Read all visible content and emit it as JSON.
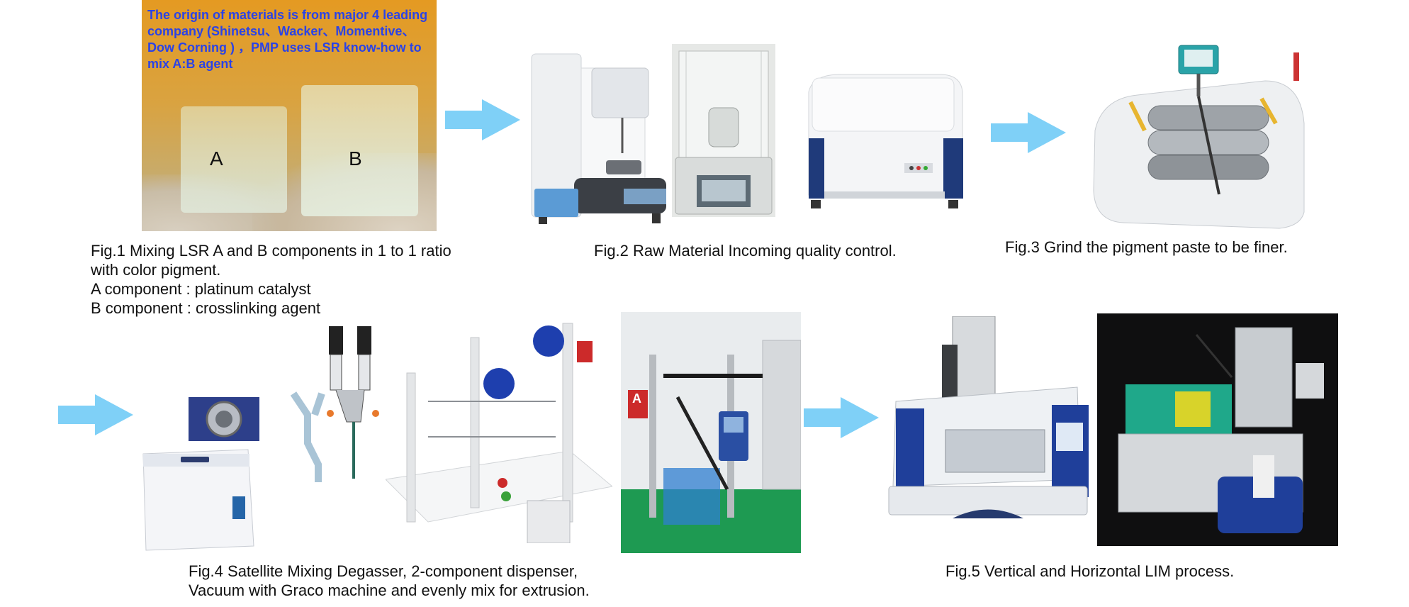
{
  "fig1": {
    "note": "The origin of materials is from major 4 leading company (Shinetsu、Wacker、Momentive、Dow Corning ) ，PMP uses LSR know-how to mix A:B agent",
    "label_a": "A",
    "label_b": "B",
    "caption_lines": [
      "Fig.1 Mixing LSR A and B components in 1 to 1 ratio",
      "with color pigment.",
      "A component : platinum catalyst",
      "B component : crosslinking agent"
    ]
  },
  "fig2": {
    "caption": "Fig.2 Raw Material Incoming quality control."
  },
  "fig3": {
    "caption": "Fig.3 Grind the pigment paste to be finer."
  },
  "fig4": {
    "caption_lines": [
      "Fig.4 Satellite Mixing Degasser, 2-component dispenser,",
      "Vacuum with Graco machine and evenly mix for extrusion."
    ],
    "label_a": "A"
  },
  "fig5": {
    "caption": "Fig.5 Vertical and Horizontal LIM process."
  },
  "colors": {
    "arrow": "#7fd0f7",
    "note_text": "#2b43e6"
  }
}
